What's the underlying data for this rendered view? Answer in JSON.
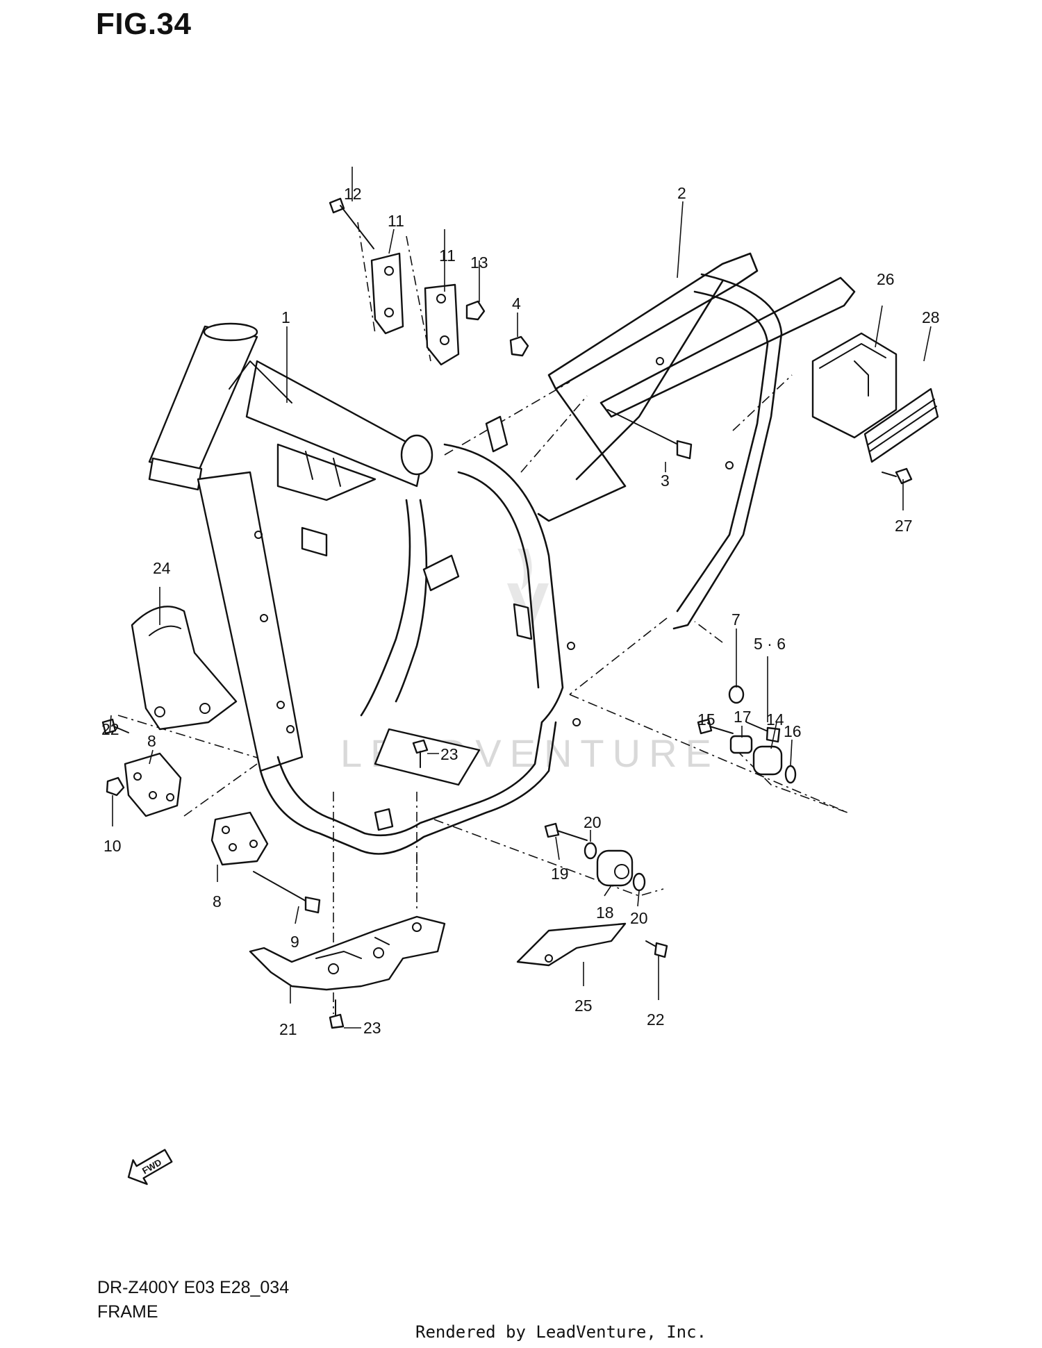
{
  "figure": {
    "title": "FIG.34",
    "model_line": "DR-Z400Y E03 E28_034",
    "section_name": "FRAME",
    "rendered_by": "Rendered by LeadVenture, Inc.",
    "watermark": "LEADVENTURE",
    "fwd_label": "FWD"
  },
  "callouts": [
    "1",
    "2",
    "3",
    "4",
    "5 · 6",
    "7",
    "8",
    "8",
    "9",
    "10",
    "11",
    "11",
    "12",
    "13",
    "14",
    "15",
    "16",
    "17",
    "18",
    "19",
    "20",
    "20",
    "21",
    "22",
    "22",
    "23",
    "23",
    "24",
    "25",
    "26",
    "27",
    "28"
  ]
}
